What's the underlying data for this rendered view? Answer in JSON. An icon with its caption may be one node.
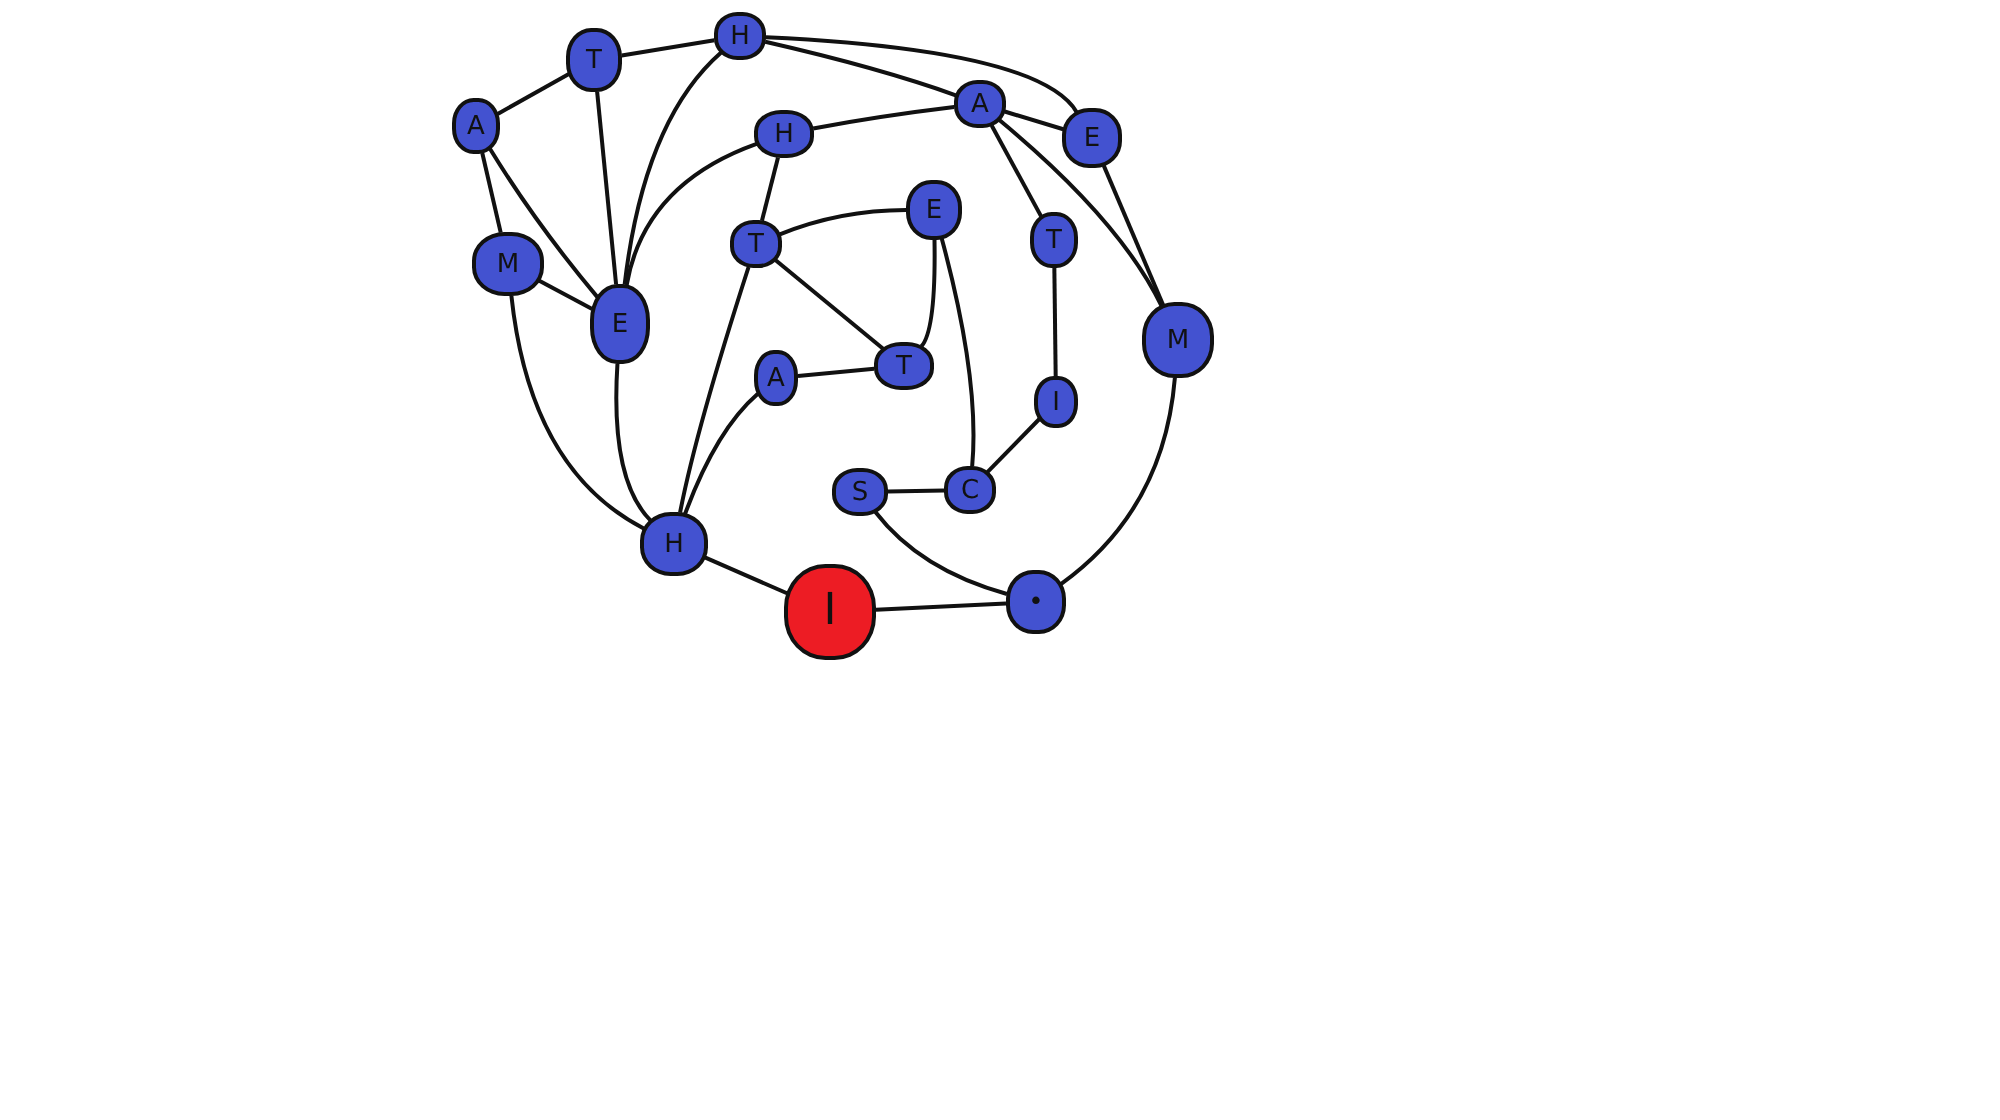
{
  "diagram": {
    "nodes": [
      {
        "text": [
          "H"
        ]
      },
      {
        "text": [
          "T"
        ]
      },
      {
        "text": [
          "A"
        ]
      },
      {
        "text": [
          "A"
        ]
      },
      {
        "text": [
          "H"
        ]
      },
      {
        "text": [
          "E"
        ]
      },
      {
        "text": [
          "E"
        ]
      },
      {
        "text": [
          "T"
        ]
      },
      {
        "text": [
          "T"
        ]
      },
      {
        "text": [
          "M"
        ]
      },
      {
        "text": [
          "E"
        ]
      },
      {
        "text": [
          "M"
        ]
      },
      {
        "text": [
          "A"
        ]
      },
      {
        "text": [
          "T"
        ]
      },
      {
        "text": [
          "I"
        ]
      },
      {
        "text": [
          "S"
        ]
      },
      {
        "text": [
          "C"
        ]
      },
      {
        "text": [
          "H"
        ]
      },
      {
        "text": [
          "I"
        ]
      },
      {
        "text": [
          "•"
        ]
      }
    ],
    "edges": [
      {
        "from": 3,
        "to": 1,
        "arrow": "none"
      },
      {
        "from": 1,
        "to": 0,
        "arrow": "none"
      },
      {
        "from": 0,
        "to": 5,
        "arrow": "none"
      },
      {
        "from": 0,
        "to": 2,
        "arrow": "none"
      },
      {
        "from": 3,
        "to": 10,
        "arrow": "none"
      },
      {
        "from": 3,
        "to": 9,
        "arrow": "none"
      },
      {
        "from": 1,
        "to": 10,
        "arrow": "none"
      },
      {
        "from": 0,
        "to": 10,
        "arrow": "none"
      },
      {
        "from": 4,
        "to": 10,
        "arrow": "none"
      },
      {
        "from": 9,
        "to": 10,
        "arrow": "none"
      },
      {
        "from": 9,
        "to": 17,
        "arrow": "none"
      },
      {
        "from": 10,
        "to": 17,
        "arrow": "none"
      },
      {
        "from": 4,
        "to": 2,
        "arrow": "none"
      },
      {
        "from": 4,
        "to": 7,
        "arrow": "none"
      },
      {
        "from": 7,
        "to": 6,
        "arrow": "none"
      },
      {
        "from": 7,
        "to": 13,
        "arrow": "none"
      },
      {
        "from": 7,
        "to": 17,
        "arrow": "none"
      },
      {
        "from": 6,
        "to": 13,
        "arrow": "none"
      },
      {
        "from": 6,
        "to": 16,
        "arrow": "none"
      },
      {
        "from": 12,
        "to": 13,
        "arrow": "none"
      },
      {
        "from": 12,
        "to": 17,
        "arrow": "none"
      },
      {
        "from": 2,
        "to": 5,
        "arrow": "none"
      },
      {
        "from": 2,
        "to": 8,
        "arrow": "none"
      },
      {
        "from": 2,
        "to": 11,
        "arrow": "none"
      },
      {
        "from": 5,
        "to": 11,
        "arrow": "none"
      },
      {
        "from": 8,
        "to": 14,
        "arrow": "none"
      },
      {
        "from": 14,
        "to": 16,
        "arrow": "none"
      },
      {
        "from": 15,
        "to": 16,
        "arrow": "none"
      },
      {
        "from": 15,
        "to": 19,
        "arrow": "none"
      },
      {
        "from": 11,
        "to": 19,
        "arrow": "none"
      },
      {
        "from": 17,
        "to": 18,
        "arrow": "none"
      },
      {
        "from": 18,
        "to": 19,
        "arrow": "none"
      }
    ]
  }
}
